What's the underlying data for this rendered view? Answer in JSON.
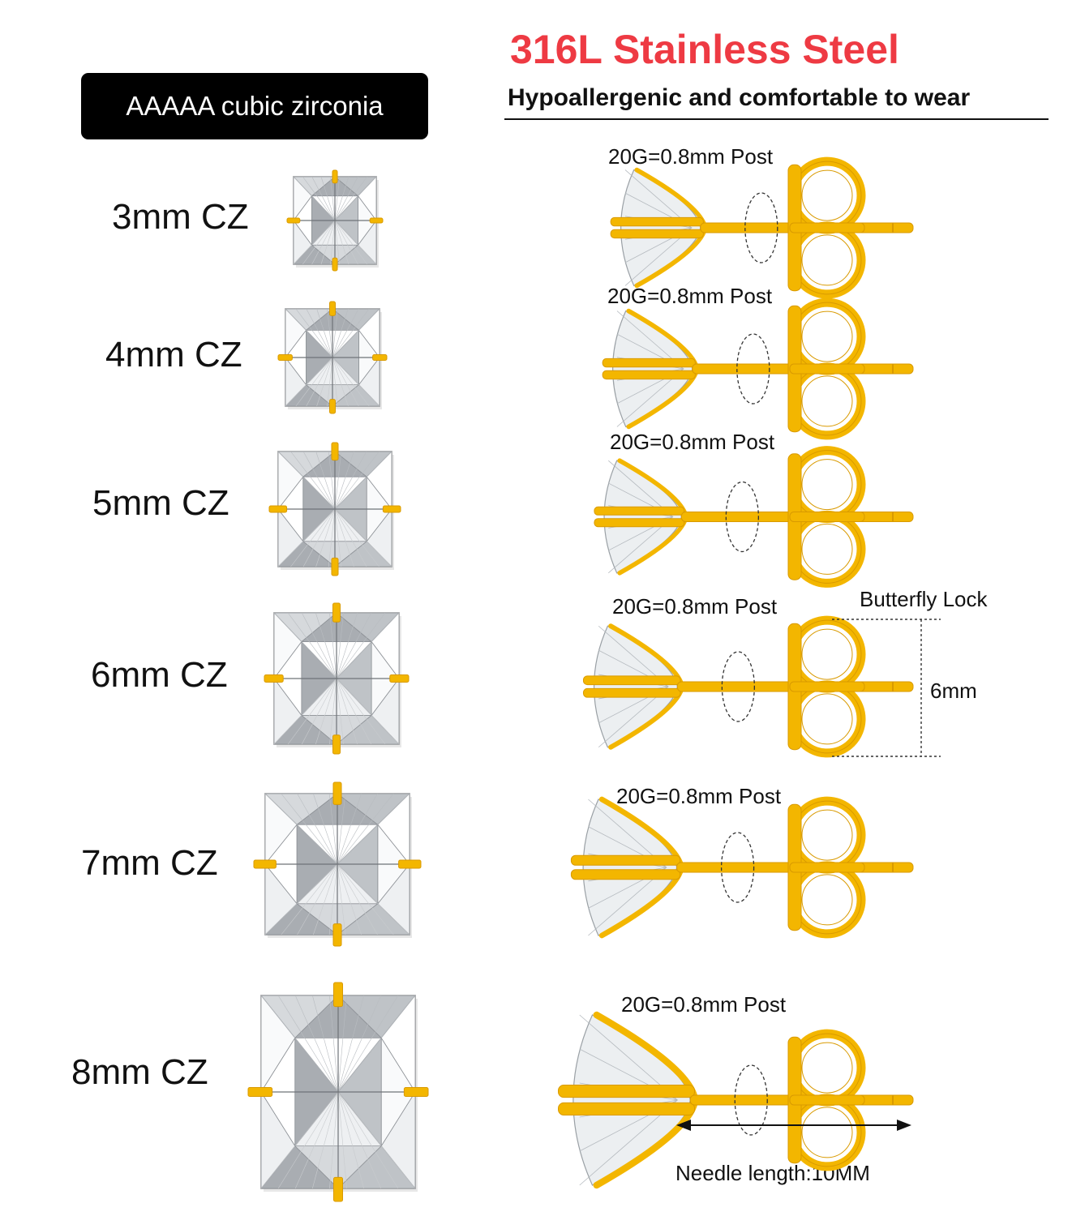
{
  "header": {
    "title": "316L Stainless Steel",
    "subtitle": "Hypoallergenic and comfortable to wear",
    "badge": "AAAAA cubic zirconia"
  },
  "sizes": [
    {
      "label": "3mm CZ",
      "post": "20G=0.8mm Post"
    },
    {
      "label": "4mm CZ",
      "post": "20G=0.8mm Post"
    },
    {
      "label": "5mm CZ",
      "post": "20G=0.8mm Post"
    },
    {
      "label": "6mm CZ",
      "post": "20G=0.8mm Post"
    },
    {
      "label": "7mm CZ",
      "post": "20G=0.8mm Post"
    },
    {
      "label": "8mm CZ",
      "post": "20G=0.8mm Post"
    }
  ],
  "annotations": {
    "butterfly_lock": "Butterfly Lock",
    "butterfly_size": "6mm",
    "needle_length": "Needle length:10MM"
  },
  "colors": {
    "title": "#ee3a43",
    "gold": "#f3b600",
    "gold_dark": "#d99a00",
    "text": "#111111"
  }
}
